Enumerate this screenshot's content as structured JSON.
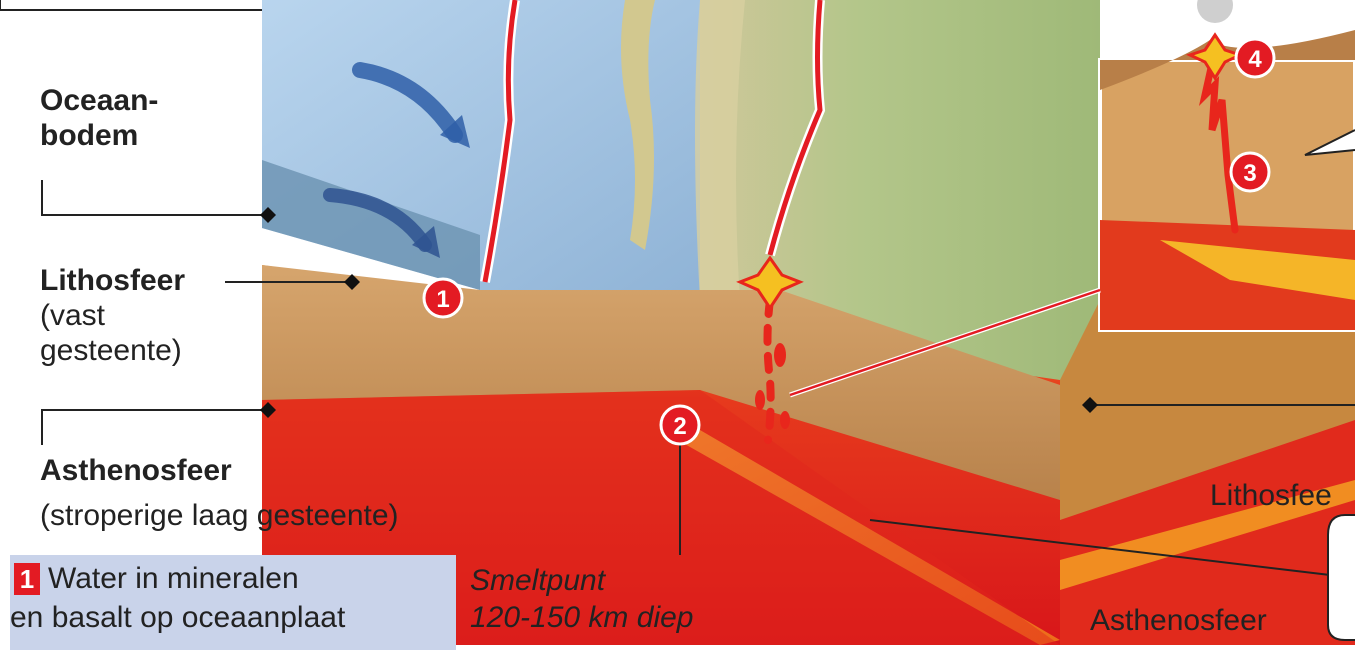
{
  "labels": {
    "ocean_floor_line1": "Oceaan-",
    "ocean_floor_line2": "bodem",
    "lithosphere": "Lithosfeer",
    "lithosphere_desc_line1": "(vast",
    "lithosphere_desc_line2": "gesteente)",
    "asthenosphere": "Asthenosfeer",
    "asthenosphere_desc": "(stroperige laag gesteente)",
    "melting_point_line1": "Smeltpunt",
    "melting_point_line2": "120-150 km diep",
    "right_lithosphere": "Lithosfee",
    "right_asthenosphere": "Asthenosfeer"
  },
  "markers": [
    "1",
    "2",
    "3",
    "4"
  ],
  "note": {
    "number": "1",
    "line1": "Water in mineralen",
    "line2": "en basalt op oceaanplaat"
  },
  "colors": {
    "ocean": "#a9c9e6",
    "ocean_dark": "#6f95b4",
    "land_green": "#a9c07e",
    "crust": "#c9955c",
    "magma": "#e8261c",
    "glow": "#f6b21a",
    "marker_red": "#e31b23"
  }
}
